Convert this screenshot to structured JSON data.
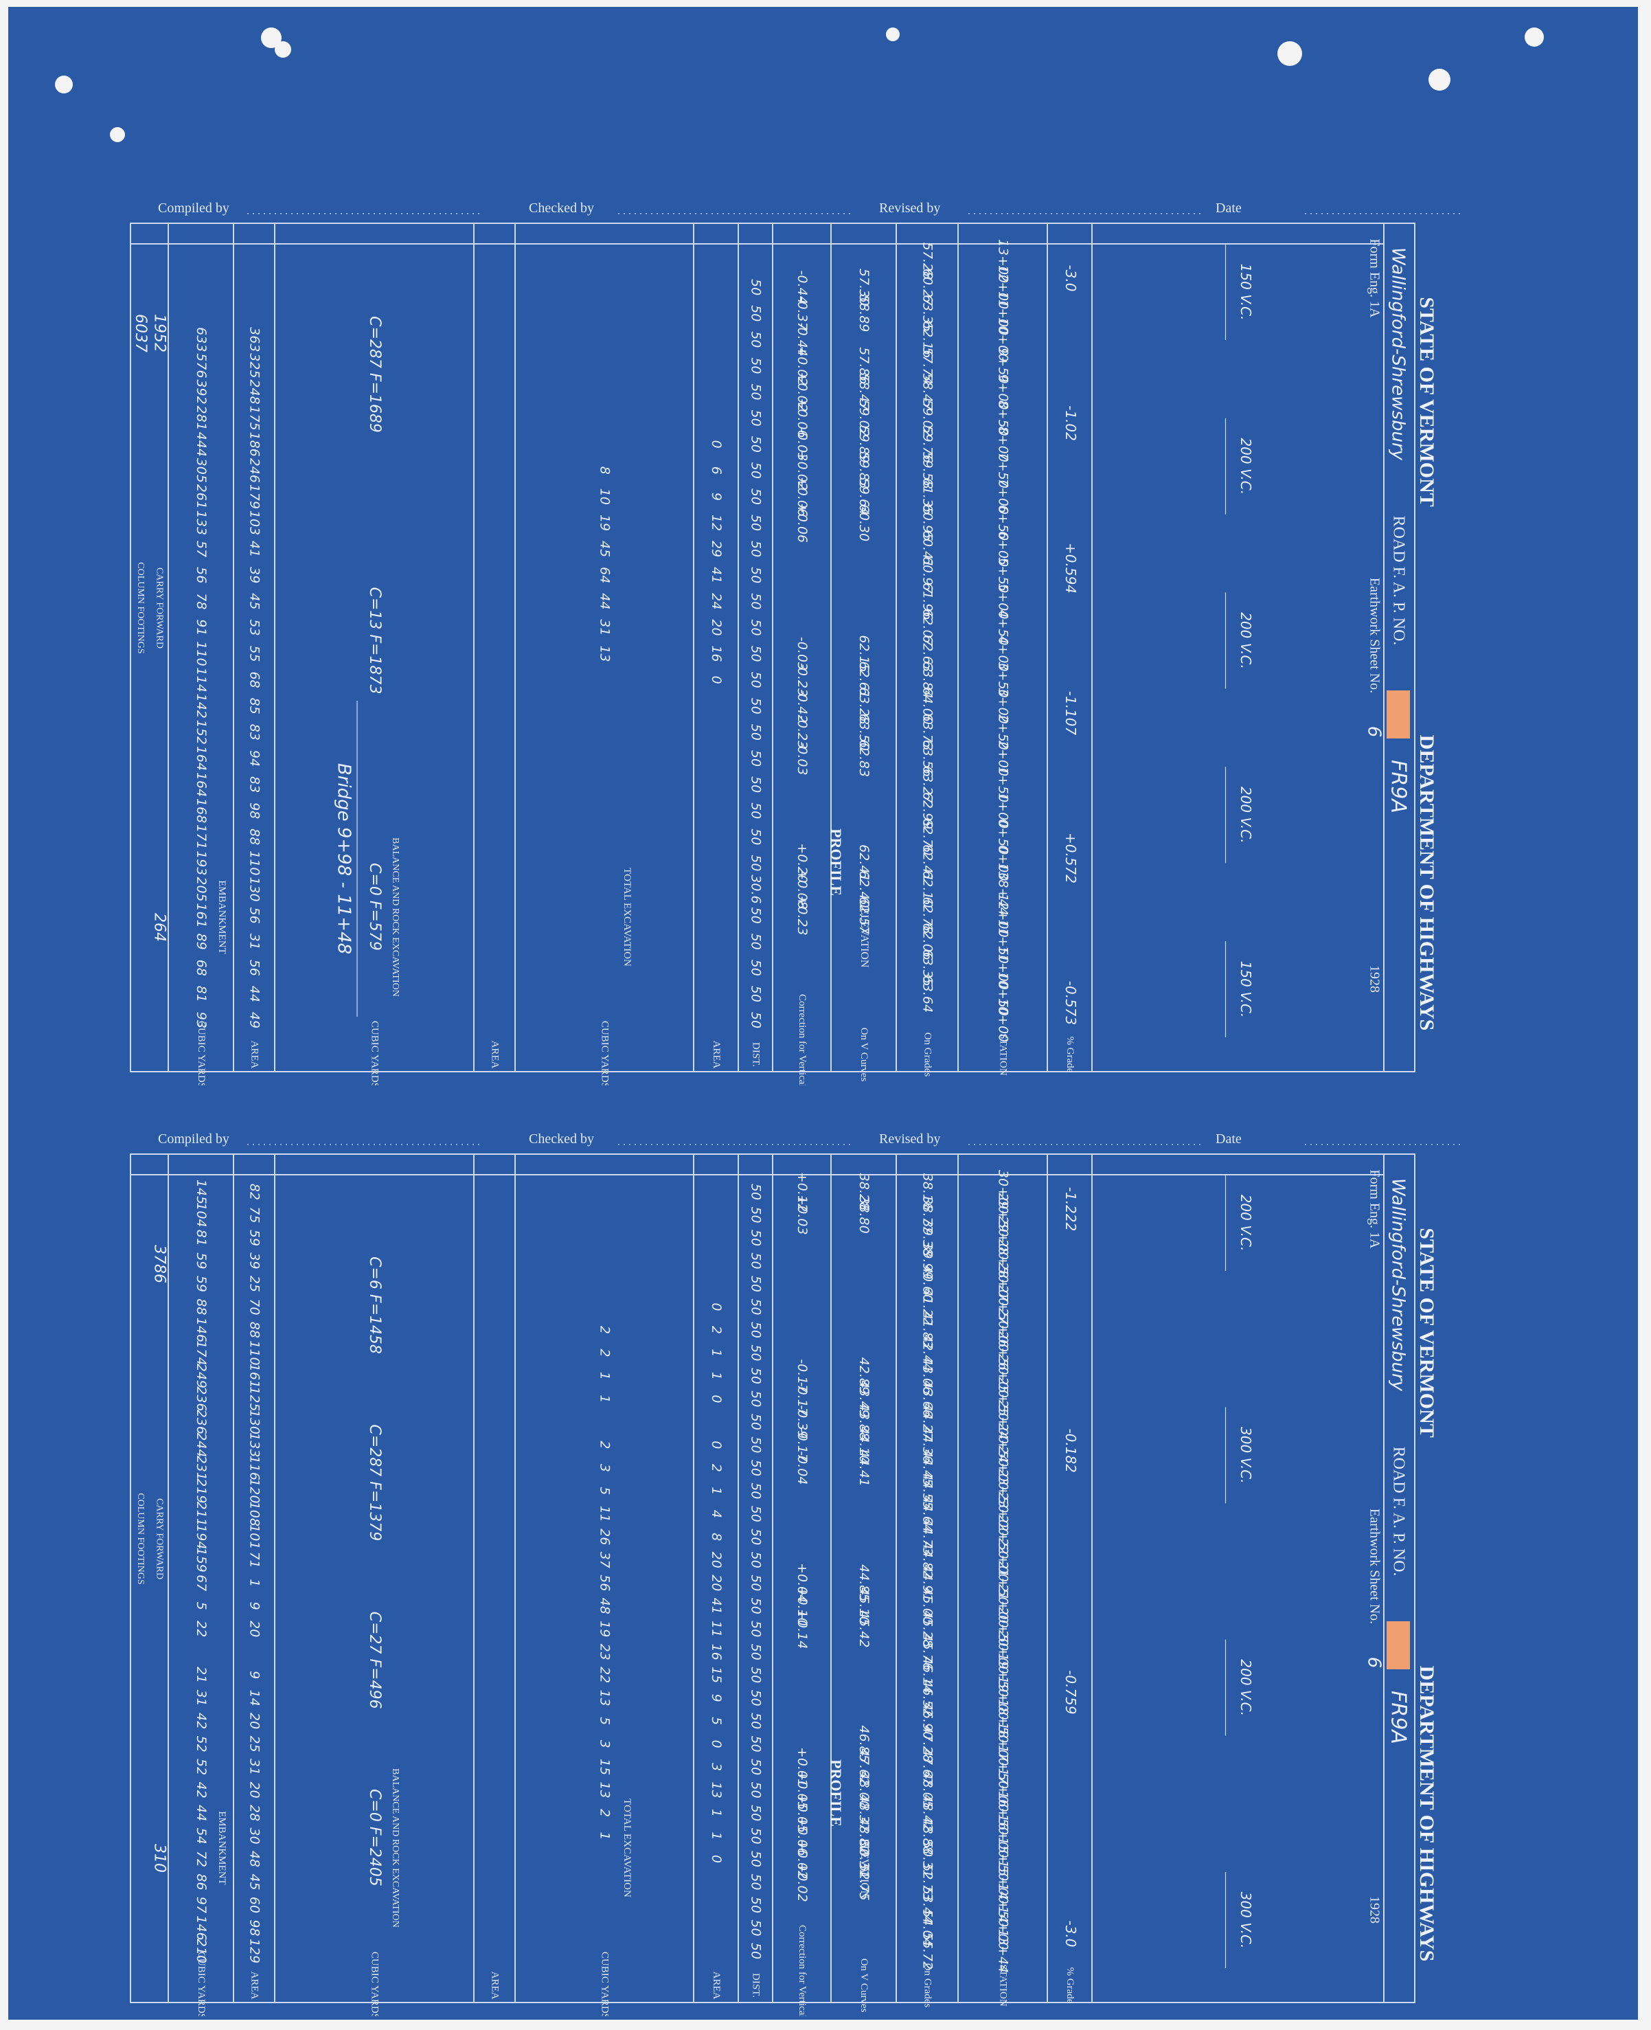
{
  "document": {
    "state": "STATE OF VERMONT",
    "department": "DEPARTMENT OF HIGHWAYS",
    "road_prefix": "ROAD F. A. P. NO.",
    "form": "Form Eng. 1A",
    "year": "1928",
    "earthwork_label": "Earthwork Sheet No.",
    "header_labels": {
      "compiled": "Compiled by",
      "checked": "Checked by",
      "revised": "Revised by",
      "date": "Date"
    },
    "column_headers": {
      "grade": "% Grade",
      "station": "STATION",
      "profile": "PROFILE",
      "elevation": "ELEVATION",
      "on_grades": "On Grades",
      "on_v_curves": "On V Curves",
      "correction": "Correction for Vertical Curve",
      "dist": "DIST.",
      "total_excavation": "TOTAL EXCAVATION",
      "area": "AREA",
      "cubic_yards": "CUBIC YARDS",
      "balance": "BALANCE AND ROCK EXCAVATION",
      "embankment": "EMBANKMENT",
      "carry_forward": "CARRY FORWARD",
      "column_footings": "COLUMN FOOTINGS"
    },
    "marker_color": "#f0a070",
    "paper_color": "#2a5aa6"
  },
  "sheets": [
    {
      "id": "top",
      "road_name": "Wallingford-Shrewsbury",
      "fap_no": "FR9A",
      "sheet_no": "6",
      "vertical_curves": [
        "150 V.C.",
        "200 V.C.",
        "200 V.C.",
        "200 V.C.",
        "150 V.C."
      ],
      "grades": [
        "-3.0",
        "-1.02",
        "+0.594",
        "-1.107",
        "+0.572",
        "-0.573"
      ],
      "rows": [
        {
          "station": "13+00",
          "ong": "57.28",
          "onv": "",
          "corr": "",
          "dist": "",
          "exa": "",
          "exc": "",
          "ema": "",
          "emc": ""
        },
        {
          "station": "12+00",
          "ong": "60.27",
          "onv": "57.30",
          "corr": "-0.44",
          "dist": "50",
          "exa": "",
          "exc": "",
          "ema": "",
          "emc": ""
        },
        {
          "station": "11+00",
          "ong": "63.35",
          "onv": "58.89",
          "corr": "-0.37",
          "dist": "50",
          "exa": "",
          "exc": "",
          "ema": "",
          "emc": ""
        },
        {
          "station": "10+00",
          "ong": "62.16",
          "onv": "",
          "corr": "-0.44",
          "dist": "50",
          "exa": "",
          "exc": "",
          "ema": "363",
          "emc": "633"
        },
        {
          "station": "9+50",
          "ong": "57.74",
          "onv": "57.86",
          "corr": "+0.02",
          "dist": "50",
          "exa": "",
          "exc": "",
          "ema": "325",
          "emc": "576"
        },
        {
          "station": "9+00",
          "ong": "58.47",
          "onv": "58.47",
          "corr": "+0.02",
          "dist": "50",
          "exa": "",
          "exc": "",
          "ema": "248",
          "emc": "392"
        },
        {
          "station": "8+50",
          "ong": "59.02",
          "onv": "59.02",
          "corr": "+0.06",
          "dist": "50",
          "exa": "",
          "exc": "",
          "ema": "175",
          "emc": "281"
        },
        {
          "station": "8+00",
          "ong": "59.76",
          "onv": "59.89",
          "corr": "-0.03",
          "dist": "50",
          "exa": "0",
          "exc": "",
          "ema": "186",
          "emc": "444"
        },
        {
          "station": "7+50",
          "ong": "59.58",
          "onv": "59.83",
          "corr": "+0.02",
          "dist": "50",
          "exa": "6",
          "exc": "8",
          "ema": "246",
          "emc": "305"
        },
        {
          "station": "7+00",
          "ong": "61.35",
          "onv": "59.64",
          "corr": "+0.06",
          "dist": "50",
          "exa": "9",
          "exc": "10",
          "ema": "179",
          "emc": "261"
        },
        {
          "station": "6+50",
          "ong": "60.95",
          "onv": "60.30",
          "corr": "+0.06",
          "dist": "50",
          "exa": "12",
          "exc": "19",
          "ema": "103",
          "emc": "133"
        },
        {
          "station": "6+00",
          "ong": "60.41",
          "onv": "",
          "corr": "",
          "dist": "50",
          "exa": "29",
          "exc": "45",
          "ema": "41",
          "emc": "57"
        },
        {
          "station": "5+50",
          "ong": "60.97",
          "onv": "",
          "corr": "",
          "dist": "50",
          "exa": "41",
          "exc": "64",
          "ema": "39",
          "emc": "56"
        },
        {
          "station": "5+00",
          "ong": "61.96",
          "onv": "",
          "corr": "",
          "dist": "50",
          "exa": "24",
          "exc": "44",
          "ema": "45",
          "emc": "78"
        },
        {
          "station": "4+50",
          "ong": "62.07",
          "onv": "",
          "corr": "",
          "dist": "50",
          "exa": "20",
          "exc": "31",
          "ema": "53",
          "emc": "91"
        },
        {
          "station": "4+00",
          "ong": "62.63",
          "onv": "62.15",
          "corr": "-0.03",
          "dist": "50",
          "exa": "16",
          "exc": "13",
          "ema": "55",
          "emc": "110"
        },
        {
          "station": "3+50",
          "ong": "63.84",
          "onv": "62.61",
          "corr": "-0.23",
          "dist": "50",
          "exa": "0",
          "exc": "",
          "ema": "68",
          "emc": "114"
        },
        {
          "station": "3+00",
          "ong": "64.00",
          "onv": "63.28",
          "corr": "-0.42",
          "dist": "50",
          "exa": "",
          "exc": "",
          "ema": "85",
          "emc": "142"
        },
        {
          "station": "2+50",
          "ong": "63.73",
          "onv": "63.50",
          "corr": "-0.23",
          "dist": "50",
          "exa": "",
          "exc": "",
          "ema": "83",
          "emc": "152"
        },
        {
          "station": "2+00",
          "ong": "63.56",
          "onv": "62.83",
          "corr": "-0.03",
          "dist": "50",
          "exa": "",
          "exc": "",
          "ema": "94",
          "emc": "164"
        },
        {
          "station": "1+50",
          "ong": "63.27",
          "onv": "",
          "corr": "",
          "dist": "50",
          "exa": "",
          "exc": "",
          "ema": "83",
          "emc": "164"
        },
        {
          "station": "1+00",
          "ong": "62.99",
          "onv": "",
          "corr": "",
          "dist": "50",
          "exa": "",
          "exc": "",
          "ema": "98",
          "emc": "168"
        },
        {
          "station": "0+50",
          "ong": "62.70",
          "onv": "",
          "corr": "",
          "dist": "50",
          "exa": "",
          "exc": "",
          "ema": "88",
          "emc": "171"
        },
        {
          "station": "0+00",
          "ong": "62.41",
          "onv": "62.41",
          "corr": "+0.20",
          "dist": "50",
          "exa": "",
          "exc": "",
          "ema": "110",
          "emc": "193"
        },
        {
          "station": "138+44",
          "ong": "62.10",
          "onv": "62.40",
          "corr": "+0.08",
          "dist": "30.6",
          "exa": "",
          "exc": "",
          "ema": "130",
          "emc": "205"
        },
        {
          "station": "12+00",
          "ong": "62.78",
          "onv": "62.57",
          "corr": "+0.23",
          "dist": "50",
          "exa": "",
          "exc": "",
          "ema": "56",
          "emc": "161"
        },
        {
          "station": "11+50",
          "ong": "62.06",
          "onv": "",
          "corr": "",
          "dist": "50",
          "exa": "",
          "exc": "",
          "ema": "31",
          "emc": "89"
        },
        {
          "station": "11+00",
          "ong": "63.35",
          "onv": "",
          "corr": "",
          "dist": "50",
          "exa": "",
          "exc": "",
          "ema": "56",
          "emc": "68"
        },
        {
          "station": "10+50",
          "ong": "63.64",
          "onv": "",
          "corr": "",
          "dist": "50",
          "exa": "",
          "exc": "",
          "ema": "44",
          "emc": "81"
        },
        {
          "station": "10+00",
          "ong": "",
          "onv": "",
          "corr": "",
          "dist": "50",
          "exa": "",
          "exc": "",
          "ema": "49",
          "emc": "93"
        }
      ],
      "balance_notes": [
        "C=287 F=1689",
        "C=13 F=1873",
        "C=0 F=579"
      ],
      "bridge_note": "Bridge 9+98 - 11+48",
      "totals": {
        "excavation": "264",
        "embankment_1": "1952",
        "embankment_2": "6037"
      }
    },
    {
      "id": "bottom",
      "road_name": "Wallingford-Shrewsbury",
      "fap_no": "FR9A",
      "sheet_no": "6",
      "vertical_curves": [
        "200 V.C.",
        "300 V.C.",
        "200 V.C.",
        "300 V.C."
      ],
      "grades": [
        "-1.222",
        "-0.182",
        "-0.759",
        "-3.0"
      ],
      "rows": [
        {
          "station": "30+00",
          "ong": "38.16",
          "onv": "38.28",
          "corr": "+0.12",
          "dist": "50",
          "exa": "",
          "exc": "",
          "ema": "82",
          "emc": "145"
        },
        {
          "station": "29+50",
          "ong": "38.77",
          "onv": "38.80",
          "corr": "+0.03",
          "dist": "50",
          "exa": "",
          "exc": "",
          "ema": "75",
          "emc": "104"
        },
        {
          "station": "29+00",
          "ong": "39.38",
          "onv": "",
          "corr": "",
          "dist": "50",
          "exa": "",
          "exc": "",
          "ema": "59",
          "emc": "81"
        },
        {
          "station": "28+50",
          "ong": "39.99",
          "onv": "",
          "corr": "",
          "dist": "50",
          "exa": "",
          "exc": "",
          "ema": "39",
          "emc": "59"
        },
        {
          "station": "28+00",
          "ong": "40.60",
          "onv": "",
          "corr": "",
          "dist": "50",
          "exa": "",
          "exc": "",
          "ema": "25",
          "emc": "59"
        },
        {
          "station": "27+50",
          "ong": "41.22",
          "onv": "",
          "corr": "",
          "dist": "50",
          "exa": "0",
          "exc": "",
          "ema": "70",
          "emc": "88"
        },
        {
          "station": "27+00",
          "ong": "41.83",
          "onv": "",
          "corr": "",
          "dist": "50",
          "exa": "2",
          "exc": "2",
          "ema": "88",
          "emc": "146"
        },
        {
          "station": "26+50",
          "ong": "42.44",
          "onv": "",
          "corr": "",
          "dist": "50",
          "exa": "1",
          "exc": "2",
          "ema": "110",
          "emc": "174"
        },
        {
          "station": "26+00",
          "ong": "43.06",
          "onv": "42.89",
          "corr": "-0.17",
          "dist": "50",
          "exa": "1",
          "exc": "1",
          "ema": "161",
          "emc": "249"
        },
        {
          "station": "25+50",
          "ong": "43.66",
          "onv": "43.49",
          "corr": "-0.17",
          "dist": "50",
          "exa": "0",
          "exc": "1",
          "ema": "125",
          "emc": "236"
        },
        {
          "station": "25+00",
          "ong": "44.27",
          "onv": "43.88",
          "corr": "-0.39",
          "dist": "50",
          "exa": "",
          "exc": "",
          "ema": "130",
          "emc": "236"
        },
        {
          "station": "24+50",
          "ong": "44.36",
          "onv": "44.10",
          "corr": "-0.17",
          "dist": "50",
          "exa": "0",
          "exc": "2",
          "ema": "133",
          "emc": "244"
        },
        {
          "station": "24+00",
          "ong": "44.45",
          "onv": "44.41",
          "corr": "-0.04",
          "dist": "50",
          "exa": "2",
          "exc": "3",
          "ema": "116",
          "emc": "231"
        },
        {
          "station": "23+50",
          "ong": "44.55",
          "onv": "",
          "corr": "",
          "dist": "50",
          "exa": "1",
          "exc": "5",
          "ema": "120",
          "emc": "219"
        },
        {
          "station": "23+00",
          "ong": "44.64",
          "onv": "",
          "corr": "",
          "dist": "50",
          "exa": "4",
          "exc": "11",
          "ema": "108",
          "emc": "211"
        },
        {
          "station": "22+50",
          "ong": "44.73",
          "onv": "",
          "corr": "",
          "dist": "50",
          "exa": "8",
          "exc": "26",
          "ema": "101",
          "emc": "194"
        },
        {
          "station": "22+00",
          "ong": "44.82",
          "onv": "",
          "corr": "",
          "dist": "50",
          "exa": "20",
          "exc": "37",
          "ema": "71",
          "emc": "159"
        },
        {
          "station": "21+50",
          "ong": "44.91",
          "onv": "44.85",
          "corr": "+0.04",
          "dist": "50",
          "exa": "20",
          "exc": "56",
          "ema": "1",
          "emc": "67"
        },
        {
          "station": "21+00",
          "ong": "45.00",
          "onv": "45.10",
          "corr": "+0.10",
          "dist": "50",
          "exa": "41",
          "exc": "48",
          "ema": "9",
          "emc": "5"
        },
        {
          "station": "20+50",
          "ong": "45.28",
          "onv": "45.42",
          "corr": "+0.14",
          "dist": "50",
          "exa": "11",
          "exc": "19",
          "ema": "20",
          "emc": "22"
        },
        {
          "station": "20+00",
          "ong": "45.76",
          "onv": "",
          "corr": "",
          "dist": "50",
          "exa": "16",
          "exc": "23",
          "ema": "",
          "emc": ""
        },
        {
          "station": "19+50",
          "ong": "46.14",
          "onv": "",
          "corr": "",
          "dist": "50",
          "exa": "15",
          "exc": "22",
          "ema": "9",
          "emc": "21"
        },
        {
          "station": "19+00",
          "ong": "46.52",
          "onv": "",
          "corr": "",
          "dist": "50",
          "exa": "9",
          "exc": "13",
          "ema": "14",
          "emc": "31"
        },
        {
          "station": "18+50",
          "ong": "46.90",
          "onv": "",
          "corr": "",
          "dist": "50",
          "exa": "5",
          "exc": "5",
          "ema": "20",
          "emc": "42"
        },
        {
          "station": "18+00",
          "ong": "47.28",
          "onv": "46.85",
          "corr": "",
          "dist": "50",
          "exa": "0",
          "exc": "3",
          "ema": "25",
          "emc": "52"
        },
        {
          "station": "17+50",
          "ong": "47.67",
          "onv": "47.62",
          "corr": "+0.01",
          "dist": "50",
          "exa": "3",
          "exc": "15",
          "ema": "31",
          "emc": "52"
        },
        {
          "station": "17+00",
          "ong": "48.05",
          "onv": "48.00",
          "corr": "+0.05",
          "dist": "50",
          "exa": "13",
          "exc": "13",
          "ema": "20",
          "emc": "42"
        },
        {
          "station": "16+50",
          "ong": "48.42",
          "onv": "48.37",
          "corr": "+0.05",
          "dist": "50",
          "exa": "1",
          "exc": "2",
          "ema": "28",
          "emc": "44"
        },
        {
          "station": "16+00",
          "ong": "48.88",
          "onv": "48.82",
          "corr": "+0.06",
          "dist": "50",
          "exa": "1",
          "exc": "1",
          "ema": "30",
          "emc": "54"
        },
        {
          "station": "15+50",
          "ong": "50.31",
          "onv": "50.31",
          "corr": "+0.02",
          "dist": "50",
          "exa": "0",
          "exc": "",
          "ema": "48",
          "emc": "72"
        },
        {
          "station": "15+00",
          "ong": "52.73",
          "onv": "52.75",
          "corr": "+0.02",
          "dist": "50",
          "exa": "",
          "exc": "",
          "ema": "45",
          "emc": "86"
        },
        {
          "station": "14+50",
          "ong": "53.44",
          "onv": "",
          "corr": "",
          "dist": "50",
          "exa": "",
          "exc": "",
          "ema": "60",
          "emc": "97"
        },
        {
          "station": "14+00",
          "ong": "54.04",
          "onv": "",
          "corr": "",
          "dist": "50",
          "exa": "",
          "exc": "",
          "ema": "98",
          "emc": "146"
        },
        {
          "station": "13+44",
          "ong": "55.72",
          "onv": "",
          "corr": "",
          "dist": "50",
          "exa": "",
          "exc": "",
          "ema": "129",
          "emc": "210"
        }
      ],
      "balance_notes": [
        "C=6 F=1458",
        "C=287 F=1379",
        "C=27 F=496",
        "C=0 F=2405"
      ],
      "totals": {
        "excavation": "310",
        "embankment_1": "3786"
      }
    }
  ]
}
